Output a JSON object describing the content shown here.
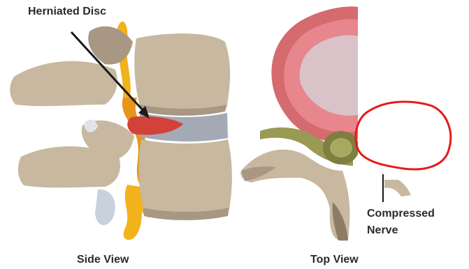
{
  "labels": {
    "herniated_disc": "Herniated Disc",
    "compressed_nerve_line1": "Compressed",
    "compressed_nerve_line2": "Nerve",
    "side_view": "Side View",
    "top_view": "Top View"
  },
  "colors": {
    "bone": "#c7b89f",
    "bone_shadow": "#a89883",
    "bone_dark": "#8d7c66",
    "nerve_yellow": "#f2b21b",
    "nerve_orange": "#e8951a",
    "disc_gray": "#a3aab6",
    "disc_red": "#d2423a",
    "pink_ring": "#e7868c",
    "inner_pink": "#d9c3c9",
    "green_nerve": "#9a9a55",
    "annotation_red": "#e51a1a",
    "text": "#2b2b2b"
  }
}
